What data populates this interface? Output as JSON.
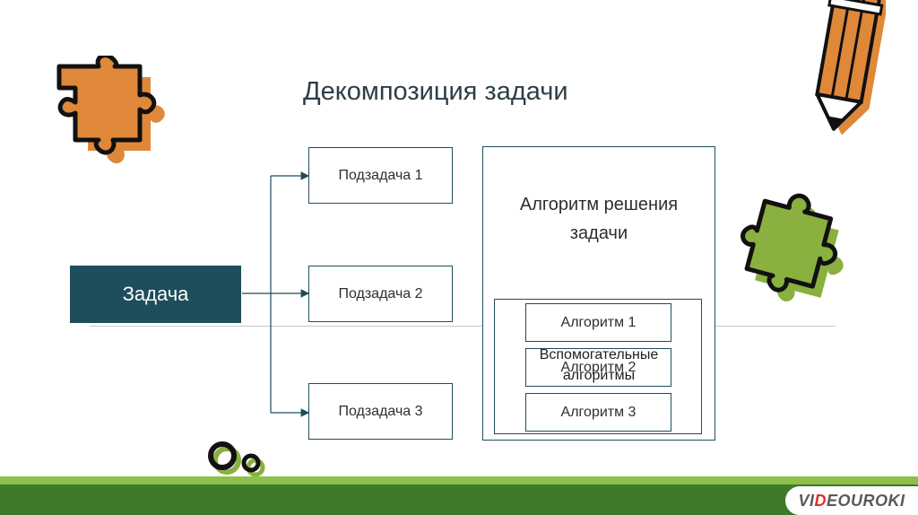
{
  "title": "Декомпозиция задачи",
  "task": {
    "label": "Задача"
  },
  "subtasks": [
    {
      "label": "Подзадача 1"
    },
    {
      "label": "Подзадача 2"
    },
    {
      "label": "Подзадача 3"
    }
  ],
  "algorithm": {
    "title_line1": "Алгоритм решения",
    "title_line2": "задачи",
    "auxiliary_line1": "Вспомогательные",
    "auxiliary_line2": "алгоритмы",
    "items": [
      {
        "label": "Алгоритм 1"
      },
      {
        "label": "Алгоритм 2"
      },
      {
        "label": "Алгоритм 3"
      }
    ]
  },
  "logo": {
    "prefix": "VI",
    "mark": "D",
    "suffix": "EOUROKI"
  },
  "colors": {
    "primary": "#1e4d5c",
    "puzzle_orange": "#e0883a",
    "puzzle_green": "#8ab040",
    "bar_light": "#8cc04a",
    "bar_dark": "#3d7a2c"
  },
  "decorations": [
    "puzzle-piece-orange-icon",
    "puzzle-piece-green-icon",
    "pencil-icon",
    "circles-icon"
  ]
}
